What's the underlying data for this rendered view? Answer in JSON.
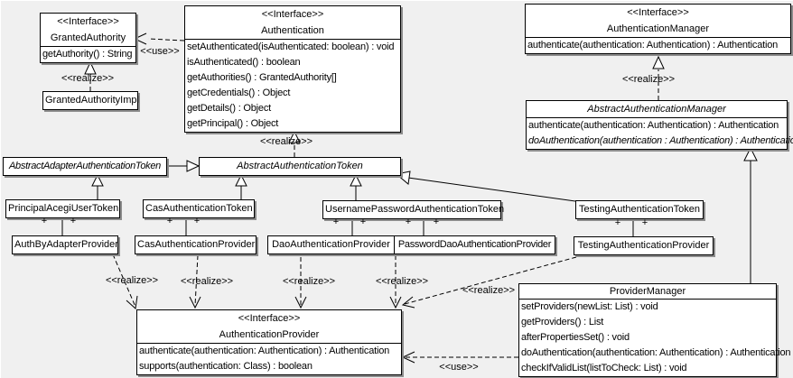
{
  "colors": {
    "background": "#f0f0f0",
    "box_background": "#ffffff",
    "line": "#000000",
    "shadow": "#8c8c8c"
  },
  "stereotypes": {
    "interface": "<<Interface>>",
    "realize": "<<realize>>",
    "use": "<<use>>",
    "plus": "+"
  },
  "classes": {
    "granted_authority": {
      "stereotype": "<<Interface>>",
      "name": "GrantedAuthority",
      "methods": [
        "getAuthority() : String"
      ]
    },
    "granted_authority_impl": {
      "name": "GrantedAuthorityImpl"
    },
    "authentication": {
      "stereotype": "<<Interface>>",
      "name": "Authentication",
      "methods": [
        "setAuthenticated(isAuthenticated: boolean) : void",
        "isAuthenticated() : boolean",
        "getAuthorities() : GrantedAuthority[]",
        "getCredentials() : Object",
        "getDetails() : Object",
        "getPrincipal() : Object"
      ]
    },
    "authentication_manager": {
      "stereotype": "<<Interface>>",
      "name": "AuthenticationManager",
      "methods": [
        "authenticate(authentication: Authentication) : Authentication"
      ]
    },
    "abstract_authentication_manager": {
      "name": "AbstractAuthenticationManager",
      "methods": [
        "authenticate(authentication: Authentication) : Authentication",
        "doAuthentication(authentication : Authentication) : Authentication"
      ]
    },
    "abstract_adapter_authentication_token": {
      "name": "AbstractAdapterAuthenticationToken"
    },
    "abstract_authentication_token": {
      "name": "AbstractAuthenticationToken"
    },
    "principal_acegi_user_token": {
      "name": "PrincipalAcegiUserToken"
    },
    "cas_authentication_token": {
      "name": "CasAuthenticationToken"
    },
    "username_password_authentication_token": {
      "name": "UsernamePasswordAuthenticationToken"
    },
    "testing_authentication_token": {
      "name": "TestingAuthenticationToken"
    },
    "auth_by_adapter_provider": {
      "name": "AuthByAdapterProvider"
    },
    "cas_authentication_provider": {
      "name": "CasAuthenticationProvider"
    },
    "dao_authentication_provider": {
      "name": "DaoAuthenticationProvider"
    },
    "password_dao_authentication_provider": {
      "name": "PasswordDaoAuthenticationProvider"
    },
    "testing_authentication_provider": {
      "name": "TestingAuthenticationProvider"
    },
    "authentication_provider": {
      "stereotype": "<<Interface>>",
      "name": "AuthenticationProvider",
      "methods": [
        "authenticate(authentication: Authentication) : Authentication",
        "supports(authentication: Class) : boolean"
      ]
    },
    "provider_manager": {
      "name": "ProviderManager",
      "methods": [
        "setProviders(newList: List) : void",
        "getProviders() : List",
        "afterPropertiesSet() : void",
        "doAuthentication(authentication: Authentication) : Authentication",
        "checkIfValidList(listToCheck: List) : void"
      ]
    }
  }
}
